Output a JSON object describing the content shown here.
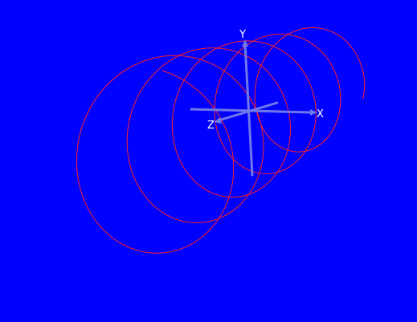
{
  "scene": {
    "background_color": "#0000ff",
    "curve_color": "#ff2020",
    "axis_color": "#6f78e8",
    "axes": {
      "x_label": "X",
      "y_label": "Y",
      "z_label": "Z"
    }
  }
}
